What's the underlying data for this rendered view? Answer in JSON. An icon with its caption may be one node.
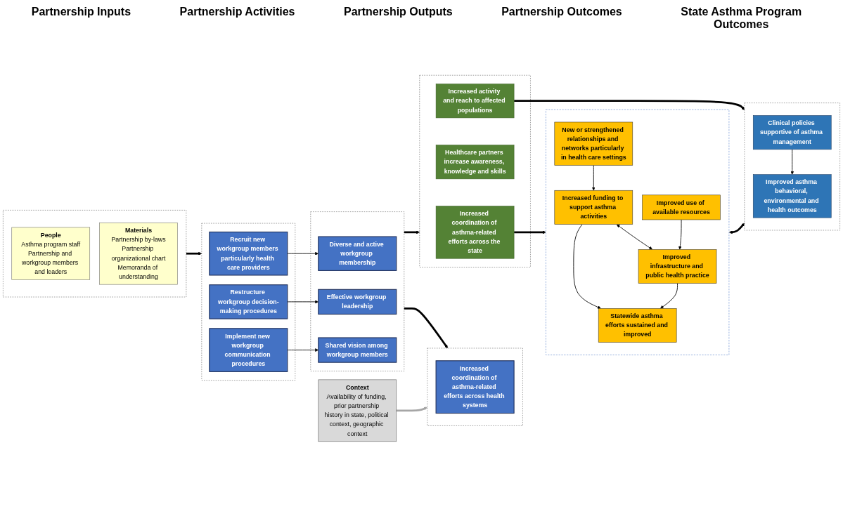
{
  "diagram": {
    "nodes": [
      {
        "text": [],
        "shape": "box"
      },
      {
        "text": [
          "People",
          "Asthma program staff",
          "Partnership and workgroup members and leaders"
        ],
        "in": 0
      },
      {
        "text": [
          "Materials",
          "Partnership by-laws",
          "Partnership organizational chart",
          "Memoranda of understanding"
        ],
        "in": 0
      },
      {
        "text": [],
        "shape": "box"
      },
      {
        "text": [
          "Recruit new workgroup members particularly health care providers"
        ],
        "in": 3
      },
      {
        "text": [
          "Restructure workgroup decision-making procedures"
        ],
        "in": 3
      },
      {
        "text": [
          "Implement new workgroup communication procedures"
        ],
        "in": 3
      },
      {
        "text": [],
        "shape": "box"
      },
      {
        "text": [
          "Diverse and active workgroup membership"
        ],
        "in": 7
      },
      {
        "text": [
          "Effective workgroup leadership"
        ],
        "in": 7
      },
      {
        "text": [
          "Shared vision among workgroup members"
        ],
        "in": 7
      },
      {
        "text": [],
        "shape": "box"
      },
      {
        "text": [
          "Increased coordination of asthma-related efforts across health systems"
        ],
        "in": 11
      },
      {
        "text": [],
        "shape": "box"
      },
      {
        "text": [
          "Increased coordination of asthma-related efforts across the state"
        ],
        "in": 13
      },
      {
        "text": [
          "Healthcare partners increase awareness, knowledge and skills"
        ],
        "in": 13
      },
      {
        "text": [
          "Increased activity and reach to affected populations"
        ],
        "in": 13
      },
      {
        "text": [],
        "shape": "box"
      },
      {
        "text": [
          "New or strengthened relationships and networks particularly in health care settings"
        ],
        "in": 17
      },
      {
        "text": [
          "Increased funding to support asthma activities"
        ],
        "in": 17
      },
      {
        "text": [
          "Improved use of available resources"
        ],
        "in": 17
      },
      {
        "text": [
          "Improved infrastructure and public health practice"
        ],
        "in": 17
      },
      {
        "text": [
          "Statewide asthma efforts sustained and improved"
        ],
        "in": 17
      },
      {
        "text": [],
        "shape": "box"
      },
      {
        "text": [
          "Clinical policies supportive of asthma management"
        ],
        "in": 23
      },
      {
        "text": [
          "Improved asthma behavioral, environmental and health outcomes"
        ],
        "in": 23
      },
      {
        "text": [
          "Context",
          "Availability of funding, prior partnership history in state, political context, geographic context"
        ]
      }
    ],
    "edges": [
      {
        "from": 0,
        "to": 3,
        "arrow": "to",
        "style": "thick"
      },
      {
        "from": 4,
        "to": 8,
        "arrow": "to"
      },
      {
        "from": 5,
        "to": 9,
        "arrow": "to"
      },
      {
        "from": 6,
        "to": 10,
        "arrow": "to"
      },
      {
        "from": 7,
        "to": 11,
        "arrow": "to",
        "style": "thick"
      },
      {
        "from": 7,
        "to": 13,
        "arrow": "to",
        "style": "thick"
      },
      {
        "from": 14,
        "to": 17,
        "arrow": "to",
        "style": "thick"
      },
      {
        "from": 16,
        "to": 23,
        "arrow": "to",
        "style": "thick"
      },
      {
        "from": 18,
        "to": 19,
        "arrow": "to"
      },
      {
        "from": 20,
        "to": 21,
        "arrow": "to"
      },
      {
        "from": 19,
        "to": 22,
        "arrow": "to"
      },
      {
        "from": 21,
        "to": 22,
        "arrow": "to"
      },
      {
        "from": 19,
        "to": 21,
        "arrow": "both"
      },
      {
        "from": 17,
        "to": 23,
        "arrow": "both",
        "style": "thick"
      },
      {
        "from": 24,
        "to": 25,
        "arrow": "to"
      },
      {
        "from": 26,
        "to": 11,
        "arrow": "to",
        "style": "thick",
        "color": "#a6a6a6"
      }
    ],
    "labels": [
      "Partnership Inputs",
      "Partnership Activities",
      "Partnership Outputs",
      "Partnership Outcomes",
      "State Asthma Program Outcomes"
    ]
  }
}
